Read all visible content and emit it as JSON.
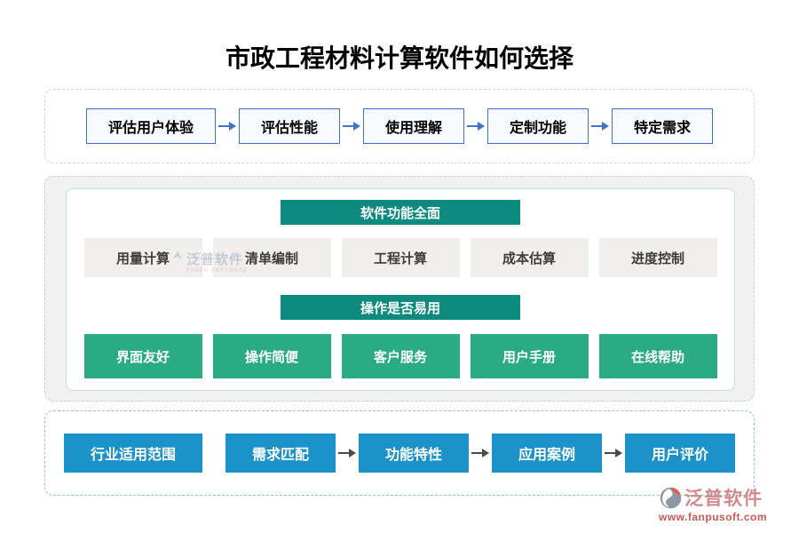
{
  "title": "市政工程材料计算软件如何选择",
  "top_flow": {
    "items": [
      "评估用户体验",
      "评估性能",
      "使用理解",
      "定制功能",
      "特定需求"
    ]
  },
  "middle": {
    "section1": {
      "header": "软件功能全面",
      "items": [
        "用量计算",
        "清单编制",
        "工程计算",
        "成本估算",
        "进度控制"
      ]
    },
    "section2": {
      "header": "操作是否易用",
      "items": [
        "界面友好",
        "操作简便",
        "客户服务",
        "用户手册",
        "在线帮助"
      ]
    }
  },
  "bottom_flow": {
    "items": [
      "行业适用范围",
      "需求匹配",
      "功能特性",
      "应用案例",
      "用户评价"
    ]
  },
  "watermark": {
    "name": "泛普软件",
    "subtext": "FANPU SOFTWARE"
  },
  "logo": {
    "name": "泛普软件",
    "url": "www.fanpusoft.com"
  },
  "colors": {
    "teal_header": "#0e8b7e",
    "green_box": "#2bab81",
    "blue_box": "#1b93c8",
    "gray_box": "#f0efed",
    "flow_box_border": "#4472c4",
    "arrow_blue": "#4472c4",
    "arrow_dark": "#4a4a4a",
    "panel_dash_gray": "#cecece",
    "panel_dash_blue": "#8fc5e2",
    "logo_text": "#cf8b8b",
    "logo_url": "#cc5a55"
  }
}
